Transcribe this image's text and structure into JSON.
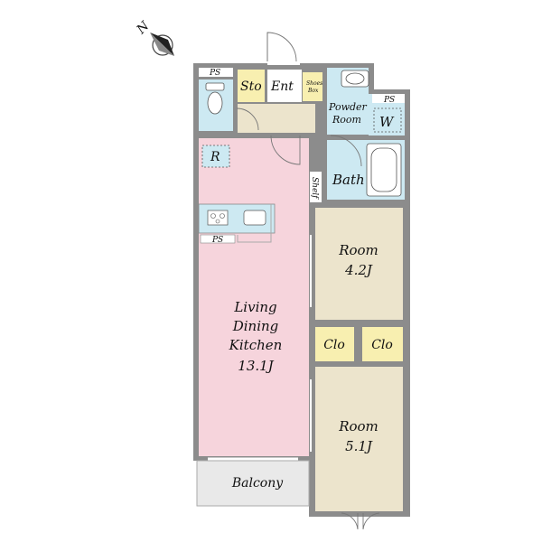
{
  "compass": {
    "label": "N",
    "icon": "north-arrow-icon"
  },
  "rooms": {
    "ps_top": "PS",
    "storage": "Sto",
    "entrance": "Ent",
    "shoes_box_line1": "Shoes",
    "shoes_box_line2": "Box",
    "powder_room_line1": "Powder",
    "powder_room_line2": "Room",
    "ps_right": "PS",
    "washer": "W",
    "refrigerator": "R",
    "shelf": "Shelf",
    "bath": "Bath",
    "ps_kitchen": "PS",
    "ldk_line1": "Living",
    "ldk_line2": "Dining",
    "ldk_line3": "Kitchen",
    "ldk_line4": "13.1J",
    "room1_line1": "Room",
    "room1_line2": "4.2J",
    "closet1": "Clo",
    "closet2": "Clo",
    "room2_line1": "Room",
    "room2_line2": "5.1J",
    "balcony": "Balcony"
  },
  "colors": {
    "wall": "#8c8c8c",
    "ldk": "#f6d4dc",
    "room": "#ece4cc",
    "wet": "#cde9f2",
    "storage": "#f8efb0",
    "entrance": "#ece4cc",
    "balcony": "#e9e9e9"
  }
}
